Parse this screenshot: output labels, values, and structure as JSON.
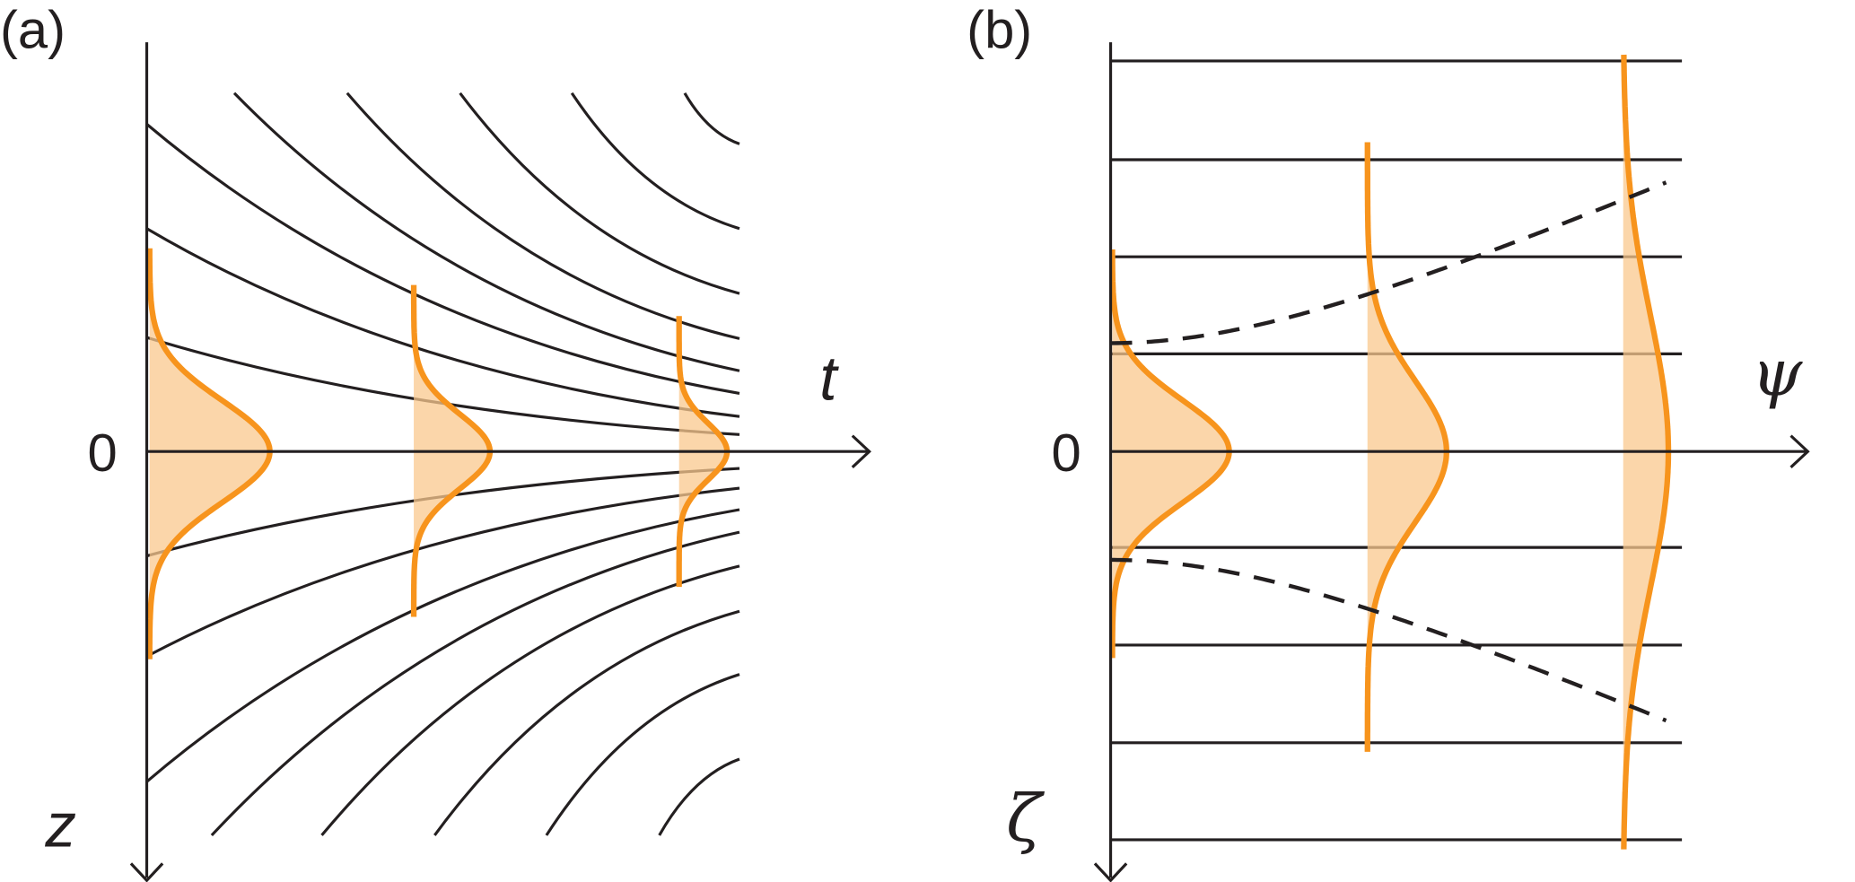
{
  "panel_a": {
    "label": "(a)",
    "origin_label": "0",
    "horizontal_axis_label": "t",
    "vertical_axis_label": "z"
  },
  "panel_b": {
    "label": "(b)",
    "origin_label": "0",
    "horizontal_axis_label": "ψ",
    "vertical_axis_label": "ζ"
  },
  "colors": {
    "line": "#231f20",
    "profile": "#f7941d",
    "profile_fill": "#f9c88e"
  }
}
